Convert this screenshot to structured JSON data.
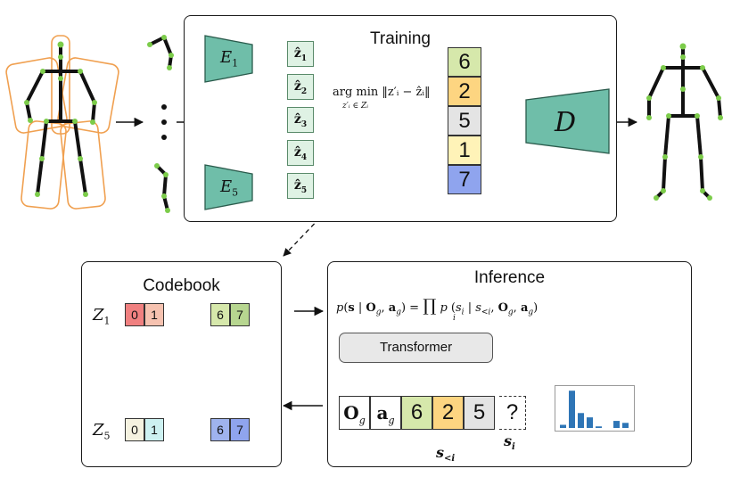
{
  "training": {
    "title": "Training",
    "encoders": [
      {
        "letter": "E",
        "sub": "1",
        "color": "#6fbea9"
      },
      {
        "letter": "E",
        "sub": "5",
        "color": "#6fbea9"
      }
    ],
    "z_hats": [
      {
        "label": "ẑ",
        "sub": "1"
      },
      {
        "label": "ẑ",
        "sub": "2"
      },
      {
        "label": "ẑ",
        "sub": "3"
      },
      {
        "label": "ẑ",
        "sub": "4"
      },
      {
        "label": "ẑ",
        "sub": "5"
      }
    ],
    "argmin": "arg min ‖z′ᵢ − ẑᵢ‖",
    "argmin_sub": "z′ᵢ ∈ Zᵢ",
    "stack": [
      {
        "value": "6",
        "color": "#d6e8ab"
      },
      {
        "value": "2",
        "color": "#fdd581"
      },
      {
        "value": "5",
        "color": "#e4e4e4"
      },
      {
        "value": "1",
        "color": "#fff3b8"
      },
      {
        "value": "7",
        "color": "#8fa4ee"
      }
    ],
    "decoder": {
      "label": "D",
      "color": "#6fbea9"
    }
  },
  "codebook": {
    "title": "Codebook",
    "rows": [
      {
        "label": "Z",
        "sub": "1",
        "cells": [
          {
            "v": "0",
            "c": "#f08080"
          },
          {
            "v": "1",
            "c": "#f6c2b0"
          },
          {
            "v": "6",
            "c": "#d6e8ab"
          },
          {
            "v": "7",
            "c": "#b7d690"
          }
        ]
      },
      {
        "label": "Z",
        "sub": "5",
        "cells": [
          {
            "v": "0",
            "c": "#f5f2e0"
          },
          {
            "v": "1",
            "c": "#cdf1f1"
          },
          {
            "v": "6",
            "c": "#9fb3ee"
          },
          {
            "v": "7",
            "c": "#8fa4ee"
          }
        ]
      }
    ]
  },
  "inference": {
    "title": "Inference",
    "formula": "p(s | O_g, a_g) = ∏ p(s_i | s_<i, O_g, a_g)",
    "formula_lhs": "p(s | O",
    "formula_rhs": "p (sᵢ | s",
    "product_index": "i",
    "transformer_label": "Transformer",
    "sequence": [
      {
        "value": "O",
        "sub": "g",
        "color": "#ffffff",
        "bold": true
      },
      {
        "value": "a",
        "sub": "g",
        "color": "#ffffff",
        "bold": true
      },
      {
        "value": "6",
        "sub": "",
        "color": "#d6e8ab",
        "bold": false
      },
      {
        "value": "2",
        "sub": "",
        "color": "#fdd581",
        "bold": false
      },
      {
        "value": "5",
        "sub": "",
        "color": "#e4e4e4",
        "bold": false
      }
    ],
    "unknown": "?",
    "s_less_label": "s",
    "s_less_sub": "<i",
    "s_i_label": "s",
    "s_i_sub": "i",
    "histogram": [
      0.08,
      0.95,
      0.38,
      0.27,
      0.04,
      0.0,
      0.18,
      0.13
    ],
    "histogram_color": "#2e75b6"
  },
  "colors": {
    "skeleton_outline": "#f0a050",
    "joint": "#7ccc4a"
  }
}
